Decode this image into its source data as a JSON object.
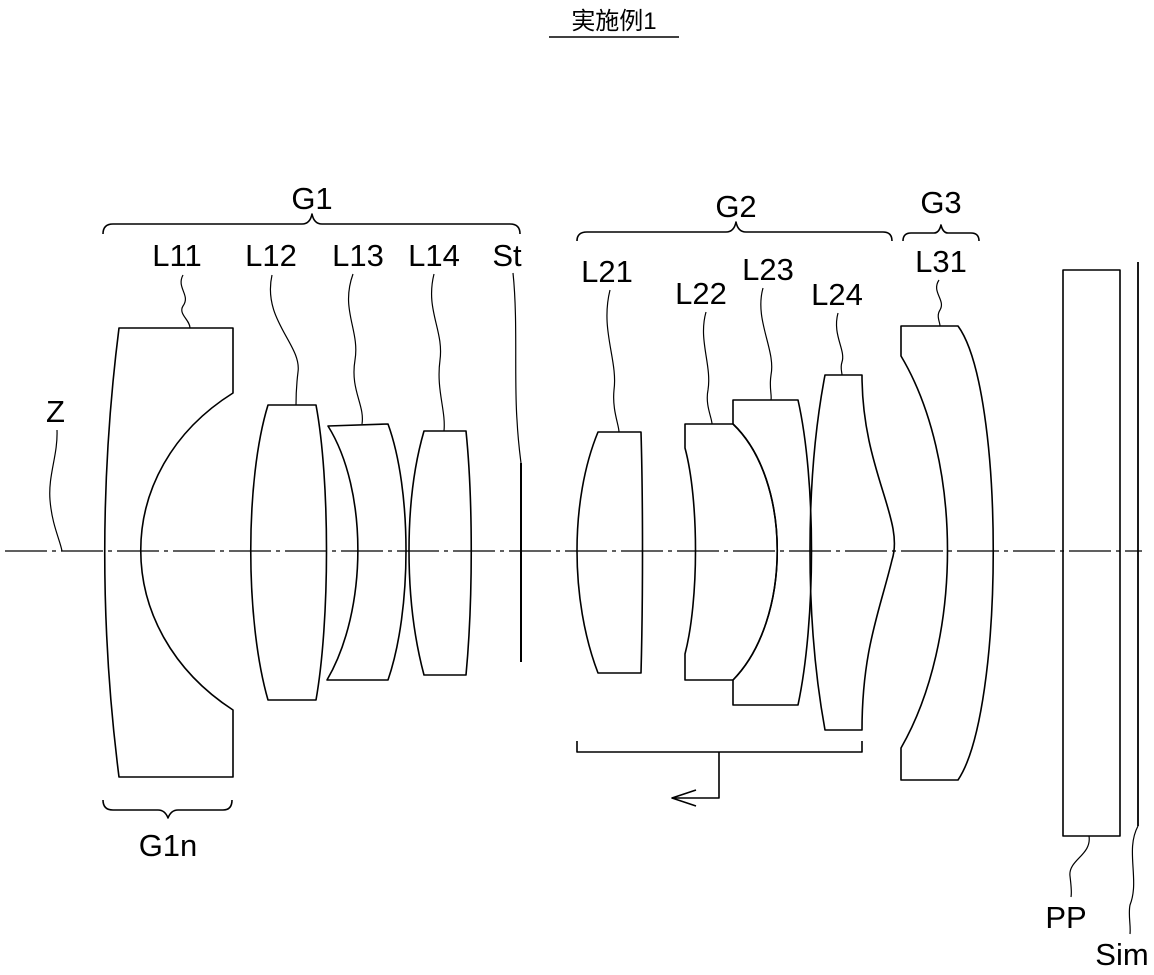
{
  "title": "実施例1",
  "axis_label": "Z",
  "groups": [
    {
      "id": "g1",
      "label": "G1"
    },
    {
      "id": "g2",
      "label": "G2"
    },
    {
      "id": "g3",
      "label": "G3"
    },
    {
      "id": "g1n",
      "label": "G1n"
    }
  ],
  "elements": [
    {
      "id": "l11",
      "label": "L11"
    },
    {
      "id": "l12",
      "label": "L12"
    },
    {
      "id": "l13",
      "label": "L13"
    },
    {
      "id": "l14",
      "label": "L14"
    },
    {
      "id": "st",
      "label": "St"
    },
    {
      "id": "l21",
      "label": "L21"
    },
    {
      "id": "l22",
      "label": "L22"
    },
    {
      "id": "l23",
      "label": "L23"
    },
    {
      "id": "l24",
      "label": "L24"
    },
    {
      "id": "l31",
      "label": "L31"
    },
    {
      "id": "pp",
      "label": "PP"
    },
    {
      "id": "sim",
      "label": "Sim"
    }
  ]
}
